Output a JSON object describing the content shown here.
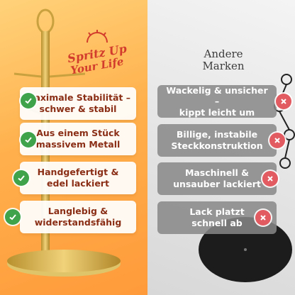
{
  "brand": {
    "line1": "Spritz Up",
    "line2": "Your Life"
  },
  "right_title": {
    "line1": "Andere",
    "line2": "Marken"
  },
  "left_cards": [
    {
      "line1": "Maximale Stabilität –",
      "line2": "schwer & stabil"
    },
    {
      "line1": "Aus einem Stück",
      "line2": "massivem Metall"
    },
    {
      "line1": "Handgefertigt &",
      "line2": "edel lackiert"
    },
    {
      "line1": "Langlebig &",
      "line2": "widerstandsfähig"
    }
  ],
  "right_cards": [
    {
      "line1": "Wackelig & unsicher –",
      "line2": "kippt leicht um"
    },
    {
      "line1": "Billige, instabile",
      "line2": "Steckkonstruktion"
    },
    {
      "line1": "Maschinell &",
      "line2": "unsauber lackiert"
    },
    {
      "line1": "Lack platzt",
      "line2": "schnell ab"
    }
  ],
  "icons": {
    "positive": "check-icon",
    "negative": "x-icon"
  },
  "colors": {
    "check_green": "#3ea34a",
    "cross_red": "#e15b61",
    "brand_red": "#d23c2c",
    "left_text": "#8a2e16"
  }
}
